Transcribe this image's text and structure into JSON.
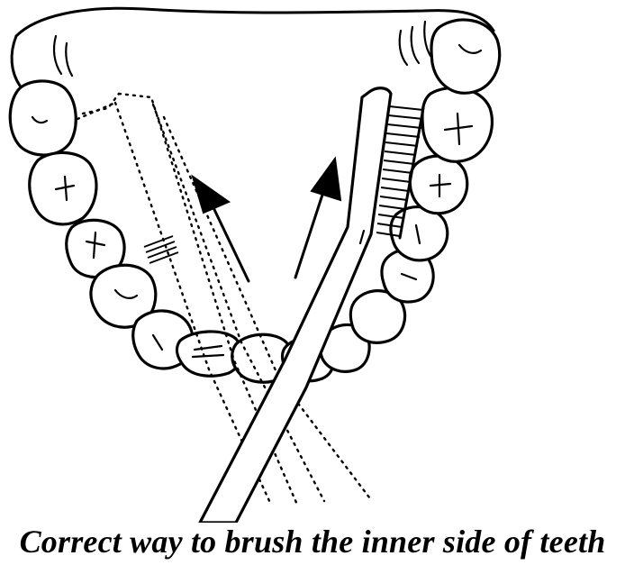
{
  "caption": "Correct way to brush the inner side of teeth",
  "icons": {
    "illustration": "lower-dental-arch-with-toothbrush",
    "arrows": "upward-stroke-arrows"
  }
}
